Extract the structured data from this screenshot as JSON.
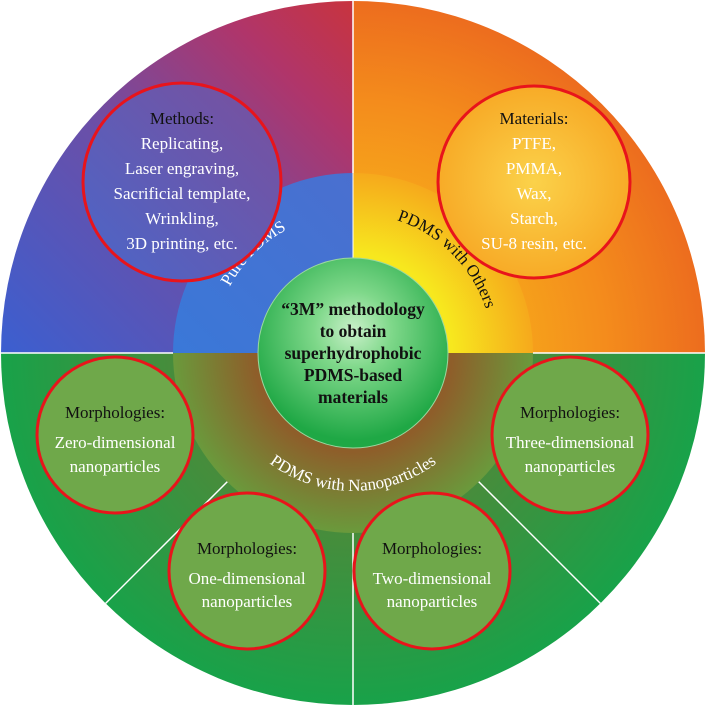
{
  "center": {
    "lines": [
      "“3M” methodology",
      "to obtain",
      "superhydrophobic",
      "PDMS-based",
      "materials"
    ]
  },
  "ring_labels": {
    "pure_pdms": "Pure PDMS",
    "pdms_with_others": "PDMS with Others",
    "pdms_with_nanoparticles": "PDMS with Nanoparticles"
  },
  "methods": {
    "heading": "Methods:",
    "items": [
      "Replicating,",
      "Laser engraving,",
      "Sacrificial template,",
      "Wrinkling,",
      "3D printing, etc."
    ]
  },
  "materials": {
    "heading": "Materials:",
    "items": [
      "PTFE,",
      "PMMA,",
      "Wax,",
      "Starch,",
      "SU-8 resin, etc."
    ]
  },
  "morphologies": [
    {
      "heading": "Morphologies:",
      "line1": "Zero-dimensional",
      "line2": "nanoparticles"
    },
    {
      "heading": "Morphologies:",
      "line1": "One-dimensional",
      "line2": "nanoparticles"
    },
    {
      "heading": "Morphologies:",
      "line1": "Two-dimensional",
      "line2": "nanoparticles"
    },
    {
      "heading": "Morphologies:",
      "line1": "Three-dimensional",
      "line2": "nanoparticles"
    }
  ],
  "colors": {
    "bubble_border": "#e8141b",
    "morph_fill": "#6fa84a",
    "center_fill": "#2bb34a",
    "green_quadrant": "#1fa24b",
    "orange_quadrant": "#f39c12",
    "blue_quadrant": "#3f66c8"
  }
}
